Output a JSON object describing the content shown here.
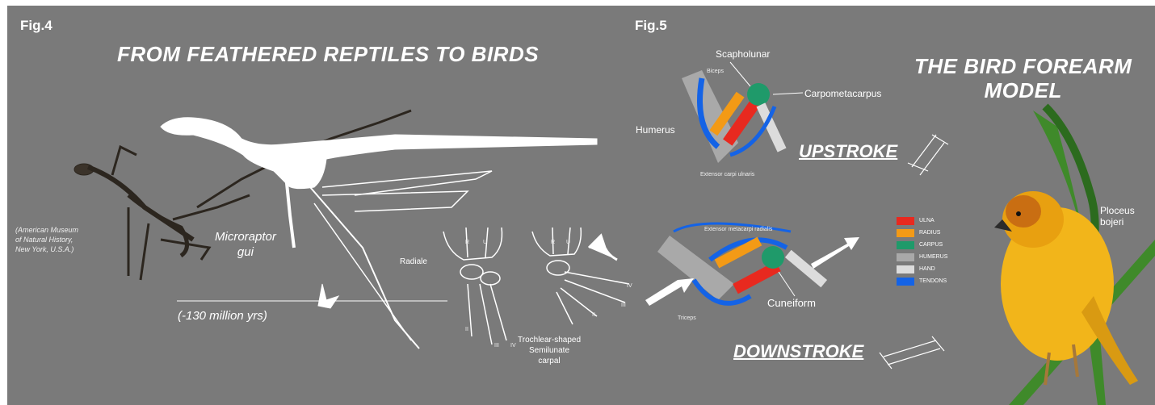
{
  "fig4": {
    "label": "Fig.4",
    "title": "FROM FEATHERED REPTILES TO BIRDS",
    "museum": "(American Museum of Natural History, New York, U.S.A.)",
    "museum_lines": [
      "(American Museum",
      "of Natural History,",
      "New York, U.S.A.)"
    ],
    "species_lines": [
      "Microraptor",
      "gui"
    ],
    "age": "(-130 million yrs)",
    "radiale": "Radiale",
    "digit_r": "R",
    "digit_u": "U",
    "digits_a": [
      "II",
      "III",
      "IV"
    ],
    "digits_b": [
      "IV",
      "III",
      "II"
    ],
    "carpal_lines": [
      "Trochlear-shaped",
      "Semilunate",
      "carpal"
    ]
  },
  "fig5": {
    "label": "Fig.5",
    "title_lines": [
      "THE BIRD FOREARM",
      "MODEL"
    ],
    "scapholunar": "Scapholunar",
    "carpometacarpus": "Carpometacarpus",
    "humerus": "Humerus",
    "biceps": "Biceps",
    "extensor_ulnaris": "Extensor carpi ulnaris",
    "extensor_radialis": "Extensor metacarpi radialis",
    "cuneiform": "Cuneiform",
    "triceps": "Triceps",
    "upstroke": "UPSTROKE",
    "downstroke": "DOWNSTROKE",
    "species_lines": [
      "Ploceus",
      "bojeri"
    ]
  },
  "legend": [
    {
      "label": "ULNA",
      "color": "#e8291f"
    },
    {
      "label": "RADIUS",
      "color": "#f39a16"
    },
    {
      "label": "CARPUS",
      "color": "#1f9a6a"
    },
    {
      "label": "HUMERUS",
      "color": "#a9a9a9"
    },
    {
      "label": "HAND",
      "color": "#dcdcdc"
    },
    {
      "label": "TENDONS",
      "color": "#1463e6"
    }
  ]
}
